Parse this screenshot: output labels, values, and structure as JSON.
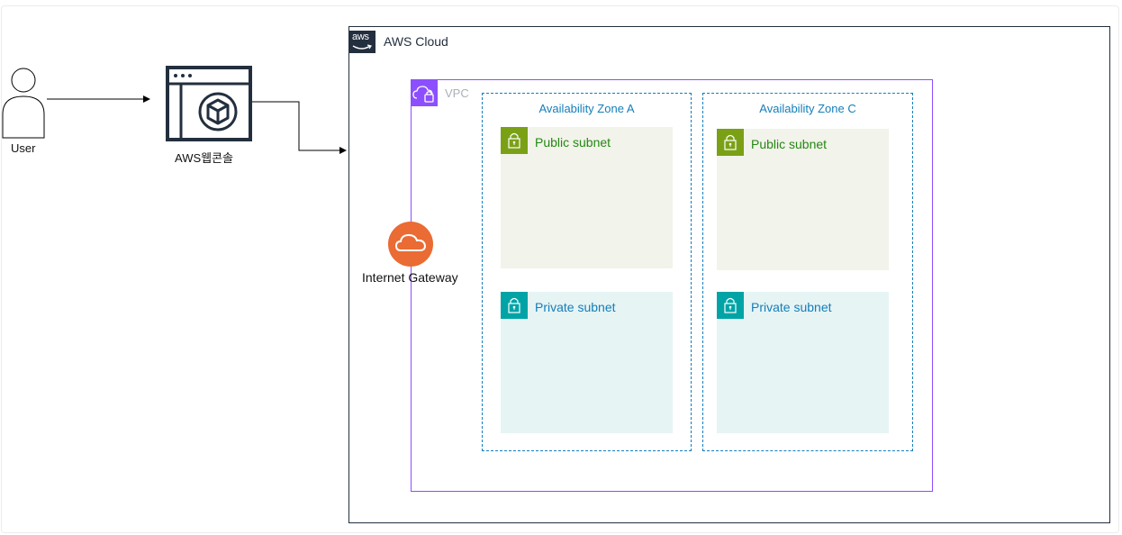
{
  "diagram": {
    "user": {
      "label": "User"
    },
    "console": {
      "label": "AWS웹콘솔"
    },
    "aws_cloud": {
      "logo_text": "aws",
      "title": "AWS Cloud"
    },
    "vpc": {
      "title": "VPC"
    },
    "internet_gateway": {
      "label": "Internet Gateway"
    },
    "zones": [
      {
        "title": "Availability Zone A",
        "public_subnet": "Public subnet",
        "private_subnet": "Private subnet"
      },
      {
        "title": "Availability Zone C",
        "public_subnet": "Public subnet",
        "private_subnet": "Private subnet"
      }
    ],
    "colors": {
      "aws_border": "#232f3e",
      "vpc": "#8c4fff",
      "az": "#147eba",
      "public_subnet_fill": "#f2f3ea",
      "public_subnet_icon": "#7aa116",
      "public_subnet_text": "#248814",
      "private_subnet_fill": "#e6f4f4",
      "private_subnet_icon": "#00a4a6",
      "igw": "#ea6b33"
    },
    "icons": [
      "user-icon",
      "browser-console-icon",
      "aws-logo-icon",
      "vpc-cloud-icon",
      "padlock-icon",
      "internet-gateway-cloud-icon"
    ]
  }
}
